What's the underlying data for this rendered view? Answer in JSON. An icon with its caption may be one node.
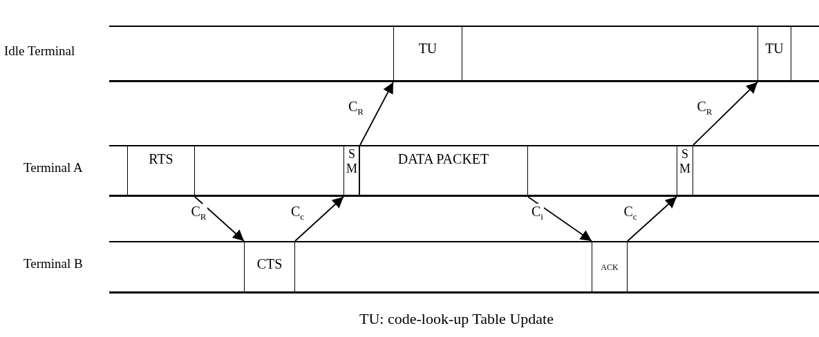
{
  "diagram": {
    "nodes": [
      {
        "text": [
          "Idle Terminal"
        ]
      },
      {
        "text": [
          "TU"
        ],
        "in": 0
      },
      {
        "text": [
          "TU"
        ],
        "in": 0
      },
      {
        "text": [
          "Terminal A"
        ]
      },
      {
        "text": [
          "RTS"
        ],
        "in": 3
      },
      {
        "text": [
          "S M"
        ],
        "in": 3
      },
      {
        "text": [
          "DATA PACKET"
        ],
        "in": 3
      },
      {
        "text": [
          "S M"
        ],
        "in": 3
      },
      {
        "text": [
          "Terminal B"
        ]
      },
      {
        "text": [
          "CTS"
        ],
        "in": 8
      },
      {
        "text": [
          "ACK"
        ],
        "in": 8
      }
    ],
    "edges": [
      {
        "from": 4,
        "to": 9,
        "arrow": "to",
        "label": "C$_{R}$"
      },
      {
        "from": 9,
        "to": 5,
        "arrow": "to",
        "label": "C$_{c}$"
      },
      {
        "from": 5,
        "to": 1,
        "arrow": "to",
        "label": "C$_{R}$"
      },
      {
        "from": 6,
        "to": 10,
        "arrow": "to",
        "label": "C$_{i}$"
      },
      {
        "from": 10,
        "to": 7,
        "arrow": "to",
        "label": "C$_{c}$"
      },
      {
        "from": 7,
        "to": 2,
        "arrow": "to",
        "label": "C$_{R}$"
      }
    ],
    "labels": [
      "TU: code-look-up Table Update"
    ]
  }
}
